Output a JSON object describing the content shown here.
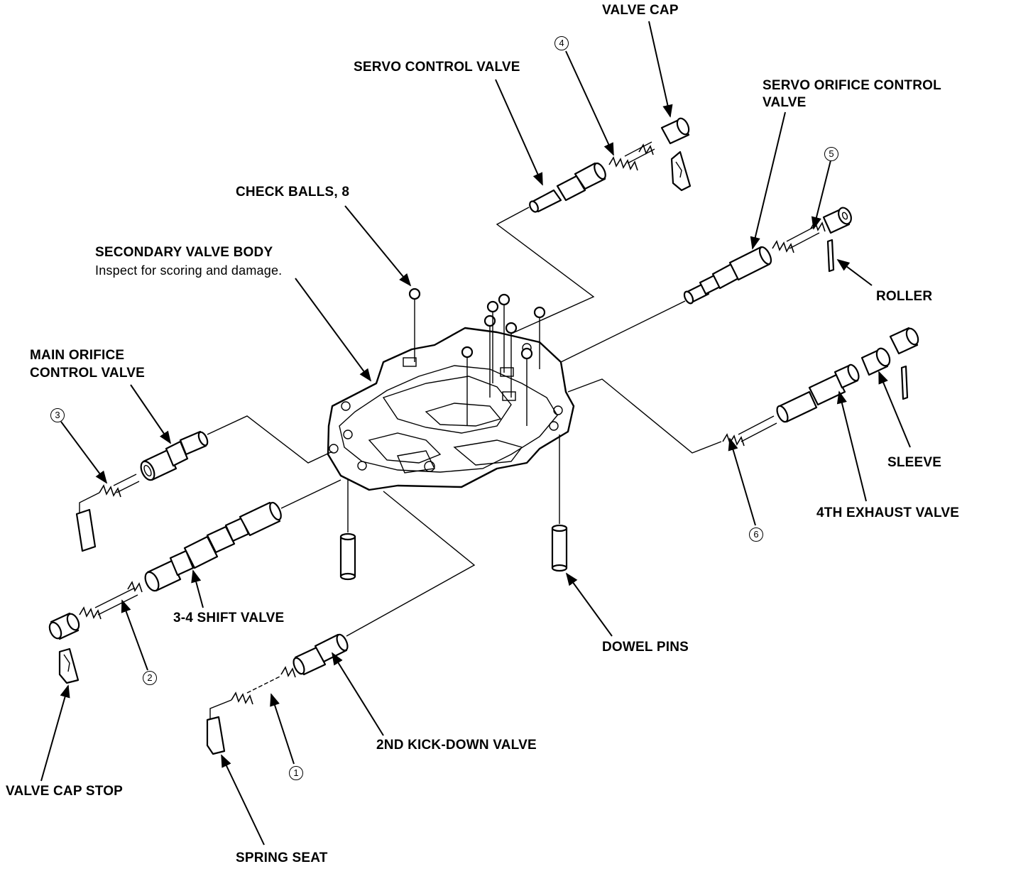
{
  "labels": {
    "valve_cap": "VALVE CAP",
    "servo_control_valve": "SERVO CONTROL VALVE",
    "servo_orifice_control_valve_1": "SERVO ORIFICE CONTROL",
    "servo_orifice_control_valve_2": "VALVE",
    "check_balls": "CHECK BALLS, 8",
    "secondary_valve_body": "SECONDARY VALVE BODY",
    "secondary_valve_body_note": "Inspect for scoring and damage.",
    "main_orifice_1": "MAIN ORIFICE",
    "main_orifice_2": "CONTROL VALVE",
    "roller": "ROLLER",
    "sleeve": "SLEEVE",
    "fourth_exhaust_valve": "4TH EXHAUST VALVE",
    "shift_valve_34": "3-4 SHIFT VALVE",
    "dowel_pins": "DOWEL PINS",
    "second_kickdown_valve": "2ND KICK-DOWN VALVE",
    "valve_cap_stop": "VALVE CAP STOP",
    "spring_seat": "SPRING SEAT"
  },
  "callouts": {
    "n1": "1",
    "n2": "2",
    "n3": "3",
    "n4": "4",
    "n5": "5",
    "n6": "6"
  }
}
